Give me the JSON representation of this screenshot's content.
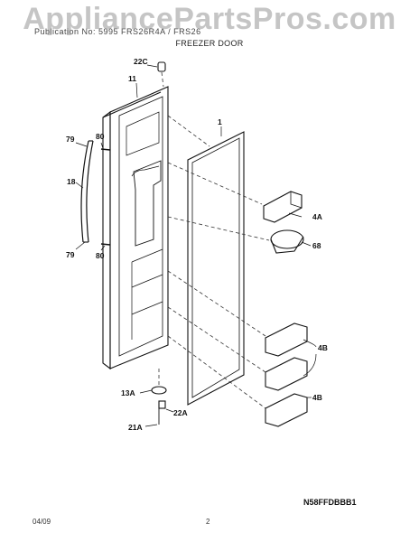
{
  "header": {
    "watermark": "AppliancePartsPros.com",
    "model_line": "Publication No: 5995  FRS26R4A  /  FRS26",
    "section_title": "FREEZER DOOR"
  },
  "callouts": {
    "c22C": "22C",
    "c11": "11",
    "c1": "1",
    "c79a": "79",
    "c80a": "80",
    "c18": "18",
    "c79b": "79",
    "c80b": "80",
    "c4A": "4A",
    "c68": "68",
    "c4B1": "4B",
    "c4B2": "4B",
    "c13A": "13A",
    "c22A": "22A",
    "c21A": "21A"
  },
  "footer": {
    "diagram_code": "N58FFDBBB1",
    "date": "04/09",
    "page": "2"
  }
}
